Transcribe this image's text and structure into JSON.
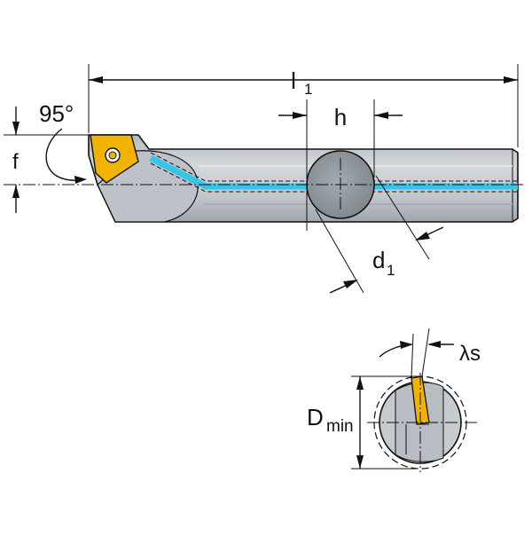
{
  "labels": {
    "angle": "95°",
    "f": "f",
    "l_main": "l",
    "l_sub": "1",
    "h": "h",
    "d_main": "d",
    "d_sub": "1",
    "lambda": "λs",
    "dmin_main": "D",
    "dmin_sub": "min"
  },
  "colors": {
    "body": "#c6cbd0",
    "body_shade": "#9ea6ad",
    "section": "#8e969c",
    "insert": "#f0b400",
    "coolant": "#33c5ea",
    "line": "#111111",
    "background": "#ffffff"
  }
}
